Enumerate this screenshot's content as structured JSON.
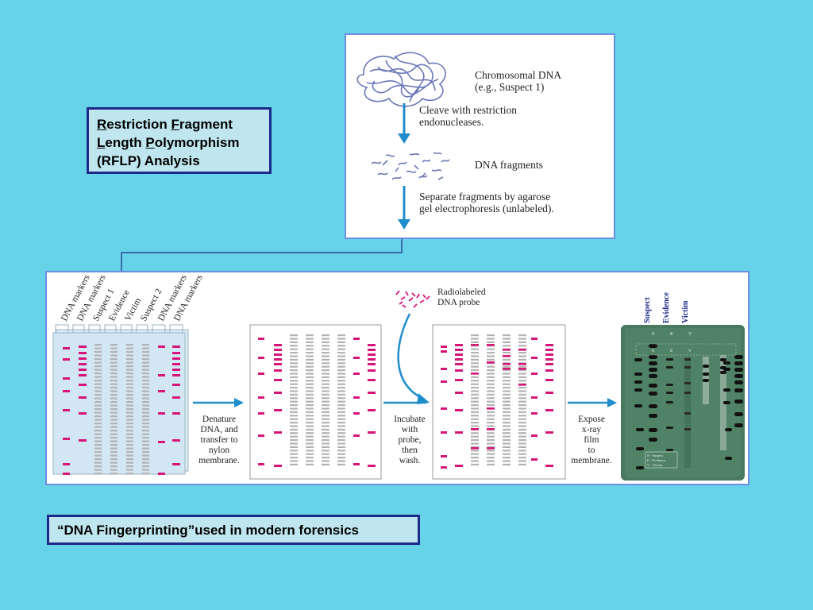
{
  "title": {
    "line1_a": "R",
    "line1_b": "estriction ",
    "line1_c": "F",
    "line1_d": "ragment",
    "line2_a": "L",
    "line2_b": "ength ",
    "line2_c": "P",
    "line2_d": "olymorphism",
    "line3": "(RFLP) Analysis"
  },
  "footer": "“DNA Fingerprinting”used in modern forensics",
  "top_panel": {
    "step1_line1": "Chromosomal DNA",
    "step1_line2": "(e.g., Suspect 1)",
    "arrow1_line1": "Cleave with restriction",
    "arrow1_line2": "endonucleases.",
    "step2": "DNA fragments",
    "arrow2_line1": "Separate fragments by agarose",
    "arrow2_line2": "gel electrophoresis (unlabeled)."
  },
  "bottom_panel": {
    "lane_labels": [
      "DNA markers",
      "DNA markers",
      "Suspect 1",
      "Evidence",
      "Victim",
      "Suspect 2",
      "DNA markers",
      "DNA markers"
    ],
    "step_denature": [
      "Denature",
      "DNA, and",
      "transfer to",
      "nylon",
      "membrane."
    ],
    "probe_label": [
      "Radiolabeled",
      "DNA probe"
    ],
    "step_incubate": [
      "Incubate",
      "with",
      "probe,",
      "then",
      "wash."
    ],
    "step_expose": [
      "Expose",
      "x-ray",
      "film",
      "to",
      "membrane."
    ],
    "film_labels": [
      "Suspect",
      "Evidence",
      "Victim"
    ],
    "film_lane_letters": [
      "S",
      "E",
      "V"
    ],
    "film_lane_letters_inner": [
      "S",
      "E",
      "V"
    ],
    "film_legend": [
      "S - Suspect",
      "E - Evidence",
      "V - Victim"
    ]
  },
  "colors": {
    "band_marker": "#d6157a",
    "band_gray": "#b3b3b3",
    "arrow": "#1f8dcc",
    "film": "#4a7a5e"
  }
}
